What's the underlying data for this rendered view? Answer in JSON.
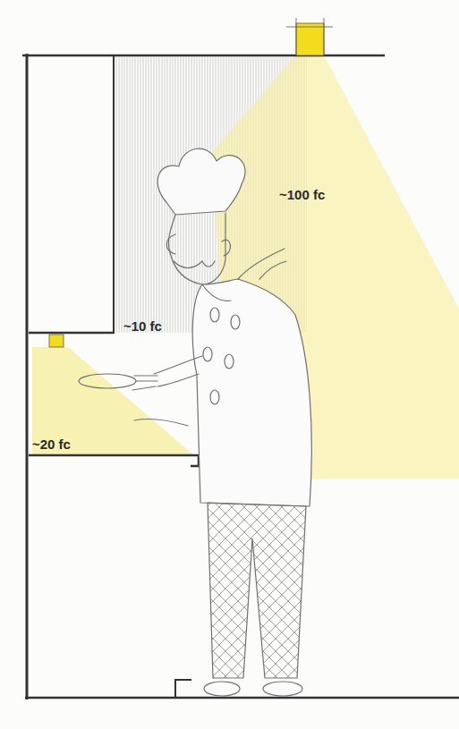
{
  "diagram": {
    "labels": [
      "~100 fc",
      "~10 fc",
      "~20 fc"
    ]
  }
}
